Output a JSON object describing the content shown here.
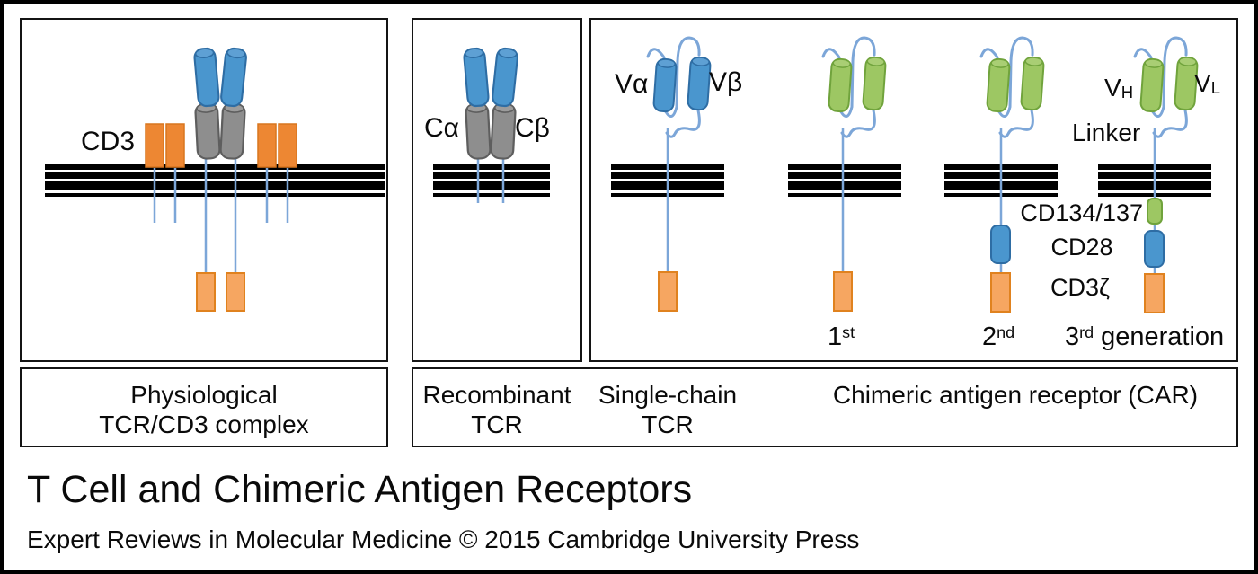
{
  "palette": {
    "membrane_black": "#000000",
    "tcr_variable_blue": "#4A96CE",
    "tcr_constant_gray": "#8E8E8E",
    "scfv_green": "#9DC763",
    "cd3_membrane_orange": "#ED8733",
    "cd3zeta_intracellular_orange": "#F6A661",
    "chain_line_blue": "#7CA6D8"
  },
  "physiological": {
    "cd3": "CD3",
    "caption1": "Physiological",
    "caption2": "TCR/CD3 complex"
  },
  "recombinant": {
    "c_alpha": "Cα",
    "c_beta": "Cβ",
    "caption1": "Recombinant",
    "caption2": "TCR"
  },
  "single_chain": {
    "v_alpha": "Vα",
    "v_beta": "Vβ",
    "caption1": "Single-chain",
    "caption2": "TCR"
  },
  "car": {
    "caption": "Chimeric antigen receptor (CAR)",
    "vh_base": "V",
    "vh_sub": "H",
    "vl_base": "V",
    "vl_sub": "L",
    "linker": "Linker",
    "cd134": "CD134/137",
    "cd28": "CD28",
    "cd3zeta": "CD3ζ",
    "gen1_base": "1",
    "gen1_sup": "st",
    "gen2_base": "2",
    "gen2_sup": "nd",
    "gen3_base": "3",
    "gen3_sup": "rd",
    "gen3_rest": "generation"
  },
  "footer": {
    "title": "T Cell and Chimeric Antigen Receptors",
    "credit": "Expert Reviews in Molecular Medicine © 2015 Cambridge University Press"
  }
}
